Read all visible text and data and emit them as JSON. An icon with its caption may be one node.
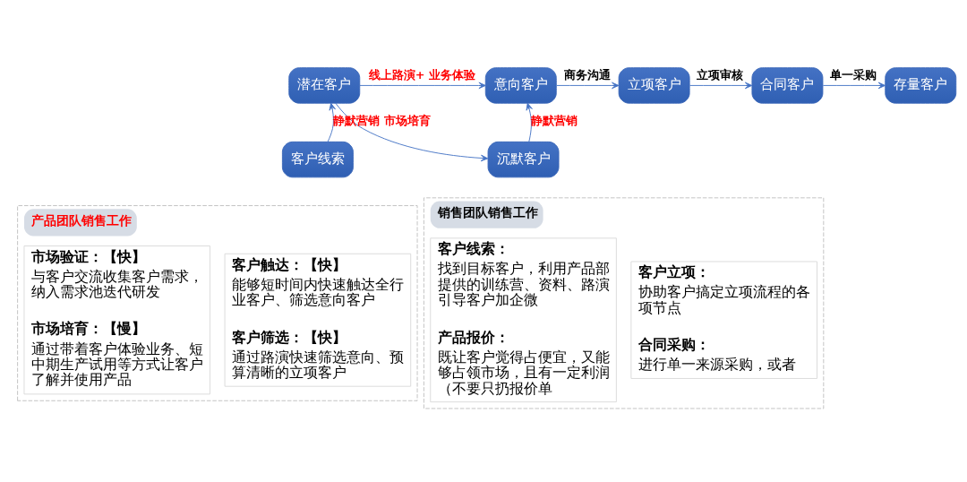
{
  "diagram": {
    "nodes": [
      {
        "text": [
          "潜在客户"
        ]
      },
      {
        "text": [
          "意向客户"
        ]
      },
      {
        "text": [
          "立项客户"
        ]
      },
      {
        "text": [
          "合同客户"
        ]
      },
      {
        "text": [
          "存量客户"
        ]
      },
      {
        "text": [
          "客户线索"
        ]
      },
      {
        "text": [
          "沉默客户"
        ]
      },
      {
        "text": [
          "产品团队销售工作"
        ]
      },
      {
        "text": [
          "市场验证：【快】",
          "与客户交流收集客户需求，纳入需求池迭代研发",
          "市场培育：【慢】",
          "通过带着客户体验业务、短中期生产试用等方式让客户了解并使用产品"
        ],
        "in": 7
      },
      {
        "text": [
          "客户触达：【快】",
          "能够短时间内快速触达全行业客户、筛选意向客户",
          "客户筛选：【快】",
          "通过路演快速筛选意向、预算清晰的立项客户"
        ],
        "in": 7
      },
      {
        "text": [
          "销售团队销售工作"
        ]
      },
      {
        "text": [
          "客户线索：",
          "找到目标客户，利用产品部提供的训练营、资料、路演引导客户加企微",
          "产品报价：",
          "既让客户觉得占便宜，又能够占领市场，且有一定利润（不要只扔报价单"
        ],
        "in": 10
      },
      {
        "text": [
          "客户立项：",
          "协助客户搞定立项流程的各项节点",
          "合同采购：",
          "进行单一来源采购，或者"
        ],
        "in": 10
      }
    ],
    "edges": [
      {
        "from": 0,
        "to": 1,
        "arrow": "to",
        "label": "线上路演+ 业务体验"
      },
      {
        "from": 0,
        "to": 6,
        "arrow": "to"
      },
      {
        "from": 1,
        "to": 2,
        "arrow": "to",
        "label": "商务沟通"
      },
      {
        "from": 2,
        "to": 3,
        "arrow": "to",
        "label": "立项审核"
      },
      {
        "from": 3,
        "to": 4,
        "arrow": "to",
        "label": "单一采购"
      },
      {
        "from": 5,
        "to": 0,
        "arrow": "to",
        "label": "静默营销 市场培育"
      },
      {
        "from": 6,
        "to": 1,
        "arrow": "to",
        "label": "静默营销"
      }
    ]
  }
}
